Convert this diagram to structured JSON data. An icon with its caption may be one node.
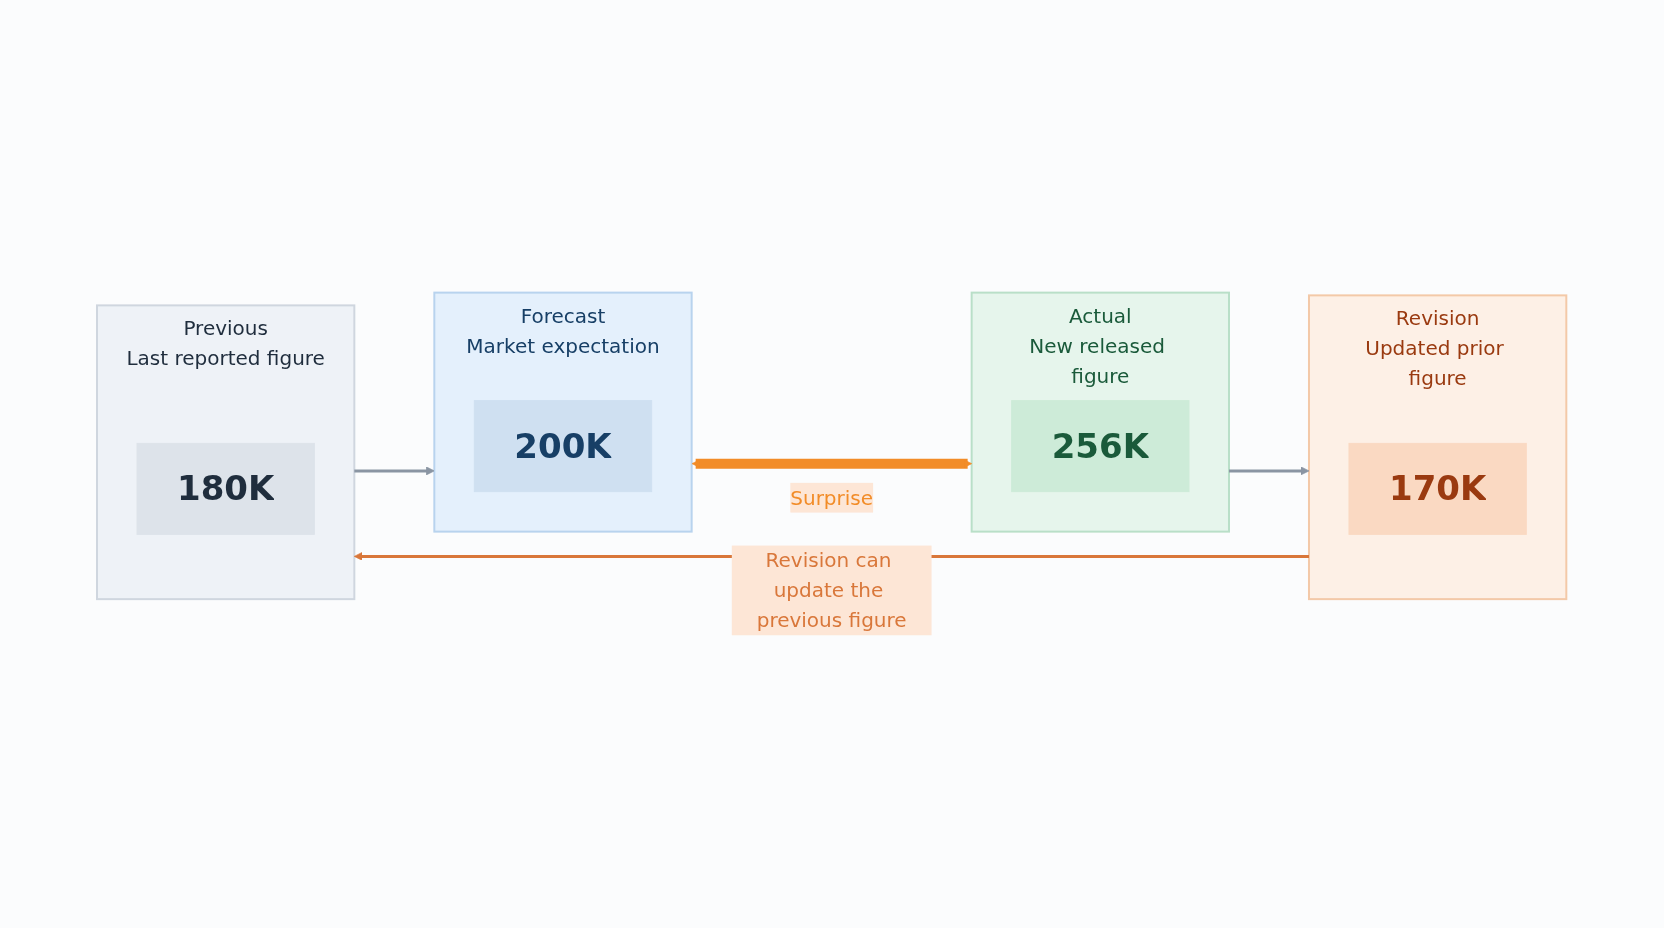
{
  "diagram": {
    "nodes": [
      {
        "text": [
          "Previous",
          "Last reported figure"
        ]
      },
      {
        "text": [
          "180K"
        ],
        "in": 0
      },
      {
        "text": [
          "Forecast",
          "Market expectation"
        ]
      },
      {
        "text": [
          "200K"
        ],
        "in": 2
      },
      {
        "text": [
          "Actual",
          "New released figure"
        ]
      },
      {
        "text": [
          "256K"
        ],
        "in": 4
      },
      {
        "text": [
          "Revision",
          "Updated prior figure"
        ]
      },
      {
        "text": [
          "170K"
        ],
        "in": 6
      }
    ],
    "edges": [
      {
        "from": 0,
        "to": 2,
        "arrow": "to"
      },
      {
        "from": 2,
        "to": 4,
        "arrow": "both",
        "label": "Surprise",
        "color": "#f28c28",
        "style": "thick"
      },
      {
        "from": 4,
        "to": 6,
        "arrow": "to"
      },
      {
        "from": 6,
        "to": 0,
        "arrow": "to",
        "label": "Revision can update the previous figure",
        "color": "#d9773a"
      }
    ]
  }
}
